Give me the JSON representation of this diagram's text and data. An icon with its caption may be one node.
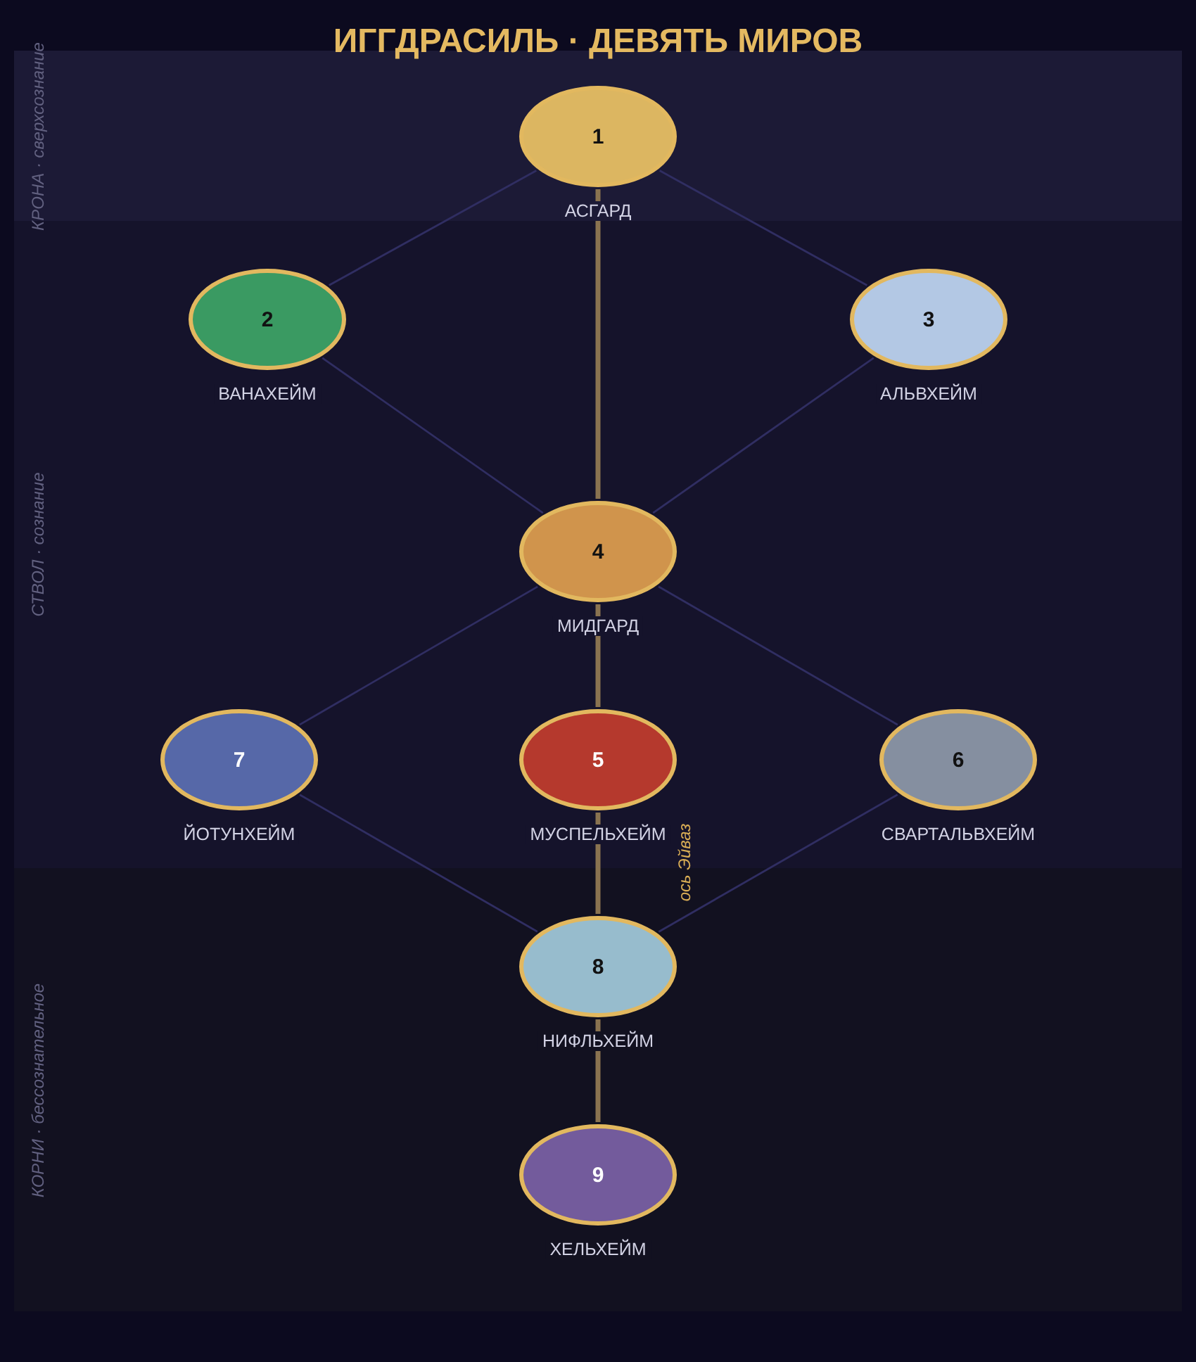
{
  "diagram": {
    "title": "ИГГДРАСИЛЬ · ДЕВЯТЬ МИРОВ",
    "nodes": [
      {
        "text": [
          "КРОНА · сверхсознание"
        ]
      },
      {
        "text": [
          "1"
        ],
        "beside": [
          "АСГАРД"
        ],
        "in": 0
      },
      {
        "text": [
          "СТВОЛ · сознание"
        ]
      },
      {
        "text": [
          "2"
        ],
        "beside": [
          "ВАНАХЕЙМ"
        ],
        "in": 2
      },
      {
        "text": [
          "3"
        ],
        "beside": [
          "АЛЬВХЕЙМ"
        ],
        "in": 2
      },
      {
        "text": [
          "4"
        ],
        "beside": [
          "МИДГАРД"
        ],
        "in": 2
      },
      {
        "text": [
          "7"
        ],
        "beside": [
          "ЙОТУНХЕЙМ"
        ],
        "in": 2
      },
      {
        "text": [
          "5"
        ],
        "beside": [
          "МУСПЕЛЬХЕЙМ"
        ],
        "in": 2
      },
      {
        "text": [
          "6"
        ],
        "beside": [
          "СВАРТАЛЬВХЕЙМ"
        ],
        "in": 2
      },
      {
        "text": [
          "КОРНИ · бессознательное"
        ]
      },
      {
        "text": [
          "8"
        ],
        "beside": [
          "НИФЛЬХЕЙМ"
        ],
        "in": 9
      },
      {
        "text": [
          "9"
        ],
        "beside": [
          "ХЕЛЬХЕЙМ"
        ],
        "in": 9
      }
    ],
    "edges": [
      {
        "from": 1,
        "to": 3,
        "arrow": "none"
      },
      {
        "from": 1,
        "to": 4,
        "arrow": "none"
      },
      {
        "from": 3,
        "to": 5,
        "arrow": "none"
      },
      {
        "from": 4,
        "to": 5,
        "arrow": "none"
      },
      {
        "from": 5,
        "to": 6,
        "arrow": "none"
      },
      {
        "from": 5,
        "to": 8,
        "arrow": "none"
      },
      {
        "from": 6,
        "to": 10,
        "arrow": "none"
      },
      {
        "from": 8,
        "to": 10,
        "arrow": "none"
      },
      {
        "from": 1,
        "to": 5,
        "arrow": "none",
        "style": "thick",
        "color": "#8a7350"
      },
      {
        "from": 5,
        "to": 7,
        "arrow": "none",
        "style": "thick",
        "color": "#8a7350"
      },
      {
        "from": 7,
        "to": 10,
        "arrow": "none",
        "style": "thick",
        "color": "#8a7350"
      },
      {
        "from": 10,
        "to": 11,
        "arrow": "none",
        "style": "thick",
        "color": "#8a7350"
      }
    ],
    "labels": [
      "ось Эйваз"
    ]
  }
}
